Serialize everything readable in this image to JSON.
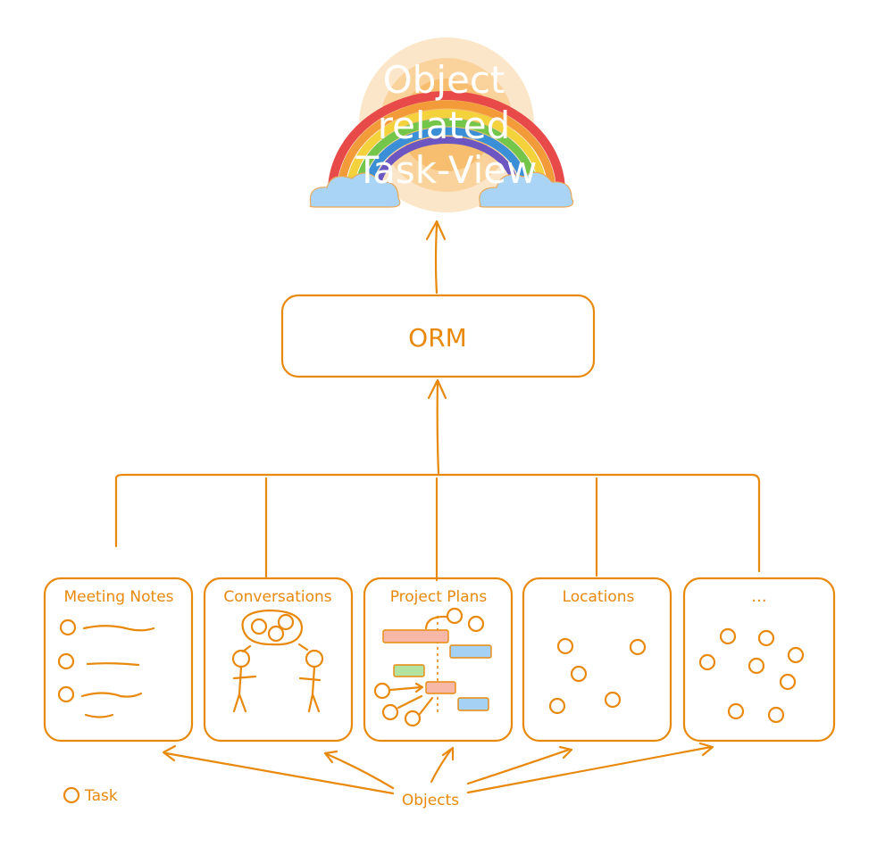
{
  "diagram": {
    "title_lines": [
      "Object",
      "related",
      "Task-View"
    ],
    "hub_label": "ORM",
    "cards": [
      {
        "id": "meeting-notes",
        "label": "Meeting Notes"
      },
      {
        "id": "conversations",
        "label": "Conversations"
      },
      {
        "id": "project-plans",
        "label": "Project Plans"
      },
      {
        "id": "locations",
        "label": "Locations"
      },
      {
        "id": "more",
        "label": "..."
      }
    ],
    "legend_label": "Task",
    "objects_label": "Objects"
  },
  "colors": {
    "ink": "#e8890c",
    "title_text": "#ffffff",
    "sun": "#f7c98a",
    "cloud": "#a9d4f5",
    "bar_pink": "#f7b8a8",
    "bar_blue": "#a5d2f4",
    "bar_green": "#b3e3a1"
  }
}
